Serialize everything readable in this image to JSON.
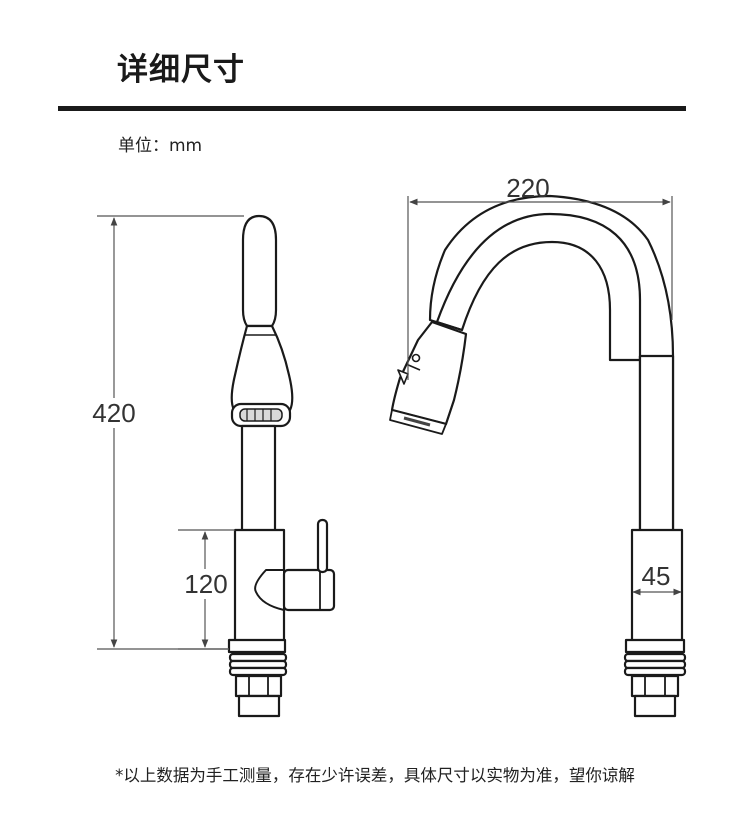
{
  "header": {
    "title": "详细尺寸",
    "unit_label": "单位：mm"
  },
  "dimensions": {
    "total_height": "420",
    "base_height": "120",
    "spout_reach": "220",
    "pipe_diameter": "45"
  },
  "footnote": "*以上数据为手工测量，存在少许误差，具体尺寸以实物为准，望你谅解",
  "colors": {
    "outline": "#1a1a1a",
    "dimension_line": "#555555"
  }
}
